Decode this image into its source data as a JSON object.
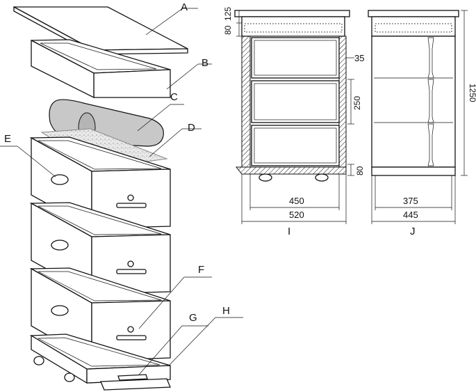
{
  "labels": {
    "a": "A",
    "b": "B",
    "c": "C",
    "d": "D",
    "e": "E",
    "f": "F",
    "g": "G",
    "h": "H",
    "i": "I",
    "j": "J"
  },
  "dimensions": {
    "d125": "125",
    "d80_top": "80",
    "d35": "35",
    "d250": "250",
    "d80_bottom": "80",
    "d1250": "1250",
    "d450": "450",
    "d520": "520",
    "d375": "375",
    "d445": "445"
  }
}
